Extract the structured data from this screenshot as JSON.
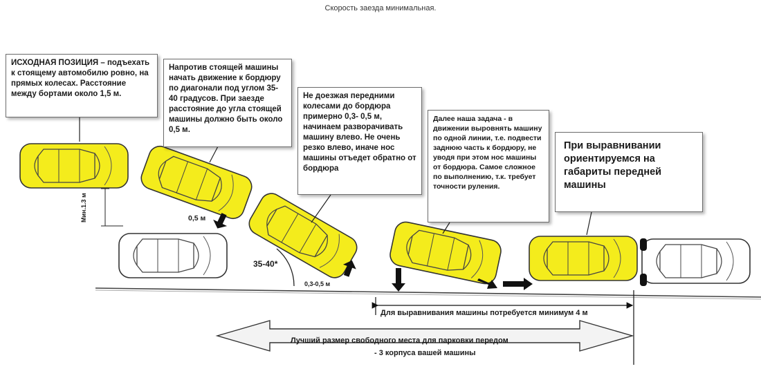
{
  "header_note": "Скорость заезда минимальная.",
  "boxes": {
    "box1": "ИСХОДНАЯ ПОЗИЦИЯ – подъехать к стоящему автомобилю ровно, на прямых колесах. Расстояние между бортами около 1,5 м.",
    "box2": "Напротив стоящей машины начать движение к бордюру по диагонали  под углом 35-40 градусов. При заезде расстояние до угла стоящей машины должно быть  около 0,5 м.",
    "box3": "Не доезжая передними колесами до бордюра примерно 0,3- 0,5 м, начинаем разворачивать машину влево. Не очень резко влево, иначе нос машины отъедет обратно от бордюра",
    "box4": "Далее наша задача  - в движении выровнять машину по одной линии, т.е. подвести заднюю часть к бордюру, не уводя при этом нос машины от бордюра. Самое сложное по выполнению, т.к. требует точности руления.",
    "box5": "При выравнивании ориентируемся на габариты передней машины"
  },
  "labels": {
    "min_distance": "Мин.1.3 м",
    "gap_05": "0,5 м",
    "angle": "35-40*",
    "curb_gap": "0,3-0,5 м"
  },
  "dimensions": {
    "align_text": "Для выравнивания машины потребуется минимум 4 м",
    "space_line1": "Лучший размер свободного места для парковки передом",
    "space_line2": "- 3 корпуса вашей машины"
  },
  "colors": {
    "car_yellow": "#f4ec1c",
    "car_outline": "#333333",
    "parked_car": "#ffffff",
    "arrow_fill": "#f3f3f3",
    "text": "#1a1a1a"
  }
}
